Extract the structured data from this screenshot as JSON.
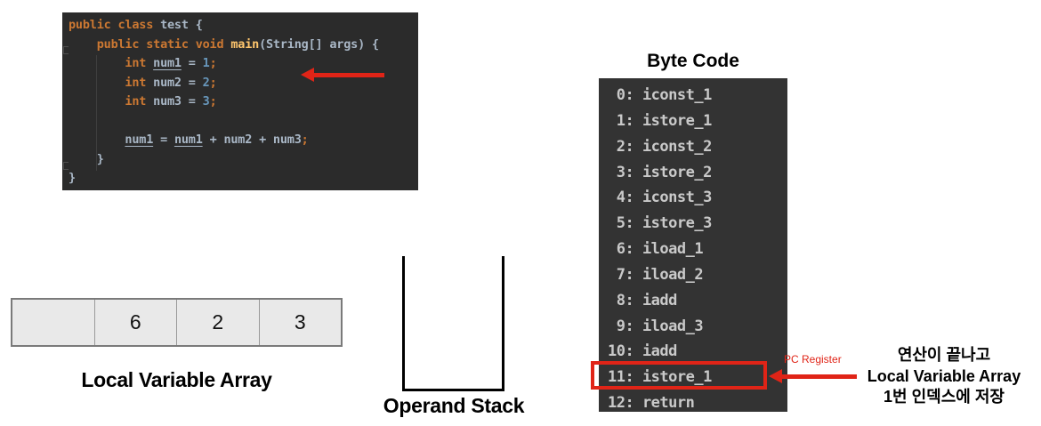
{
  "colors": {
    "red": "#e02417",
    "editor_bg": "#2b2b2b",
    "keyword_orange": "#cc7832",
    "plain_gray": "#a9b7c6",
    "number_blue": "#6897bb",
    "method_yellow": "#ffc66d",
    "bytecode_bg": "#333333",
    "bytecode_text": "#c9c9c9",
    "array_bg": "#e9e9e9"
  },
  "code_editor": {
    "lines": [
      {
        "tokens": [
          {
            "t": "public class ",
            "c": "kw"
          },
          {
            "t": "test {",
            "c": "pl"
          }
        ]
      },
      {
        "tokens": [
          {
            "t": "    ",
            "c": "pl"
          },
          {
            "t": "public static void ",
            "c": "kw"
          },
          {
            "t": "main",
            "c": "fn"
          },
          {
            "t": "(String[] args) {",
            "c": "pl"
          }
        ]
      },
      {
        "tokens": [
          {
            "t": "        ",
            "c": "pl"
          },
          {
            "t": "int ",
            "c": "kw"
          },
          {
            "t": "num1",
            "c": "pl u"
          },
          {
            "t": " = ",
            "c": "pl"
          },
          {
            "t": "1",
            "c": "num"
          },
          {
            "t": ";",
            "c": "semi"
          }
        ]
      },
      {
        "tokens": [
          {
            "t": "        ",
            "c": "pl"
          },
          {
            "t": "int ",
            "c": "kw"
          },
          {
            "t": "num2",
            "c": "pl"
          },
          {
            "t": " = ",
            "c": "pl"
          },
          {
            "t": "2",
            "c": "num"
          },
          {
            "t": ";",
            "c": "semi"
          }
        ]
      },
      {
        "tokens": [
          {
            "t": "        ",
            "c": "pl"
          },
          {
            "t": "int ",
            "c": "kw"
          },
          {
            "t": "num3",
            "c": "pl"
          },
          {
            "t": " = ",
            "c": "pl"
          },
          {
            "t": "3",
            "c": "num"
          },
          {
            "t": ";",
            "c": "semi"
          }
        ]
      },
      {
        "tokens": []
      },
      {
        "tokens": [
          {
            "t": "        ",
            "c": "pl"
          },
          {
            "t": "num1",
            "c": "pl u"
          },
          {
            "t": " = ",
            "c": "pl"
          },
          {
            "t": "num1",
            "c": "pl u"
          },
          {
            "t": " + num2 + num3",
            "c": "pl"
          },
          {
            "t": ";",
            "c": "semi"
          }
        ]
      },
      {
        "tokens": [
          {
            "t": "    }",
            "c": "pl"
          }
        ]
      },
      {
        "tokens": [
          {
            "t": "}",
            "c": "pl"
          }
        ]
      }
    ]
  },
  "bytecode": {
    "title": "Byte Code",
    "lines": [
      " 0: iconst_1",
      " 1: istore_1",
      " 2: iconst_2",
      " 3: istore_2",
      " 4: iconst_3",
      " 5: istore_3",
      " 6: iload_1",
      " 7: iload_2",
      " 8: iadd",
      " 9: iload_3",
      "10: iadd",
      "11: istore_1",
      "12: return"
    ],
    "highlight_index": 11,
    "highlighted_instruction": "11: istore_1"
  },
  "local_variable_array": {
    "label": "Local Variable Array",
    "cells": [
      "",
      "6",
      "2",
      "3"
    ]
  },
  "operand_stack": {
    "label": "Operand Stack"
  },
  "annotations": {
    "pc_register_label": "PC Register",
    "note_lines": [
      "연산이 끝나고",
      "Local Variable Array",
      "1번 인덱스에 저장"
    ]
  }
}
